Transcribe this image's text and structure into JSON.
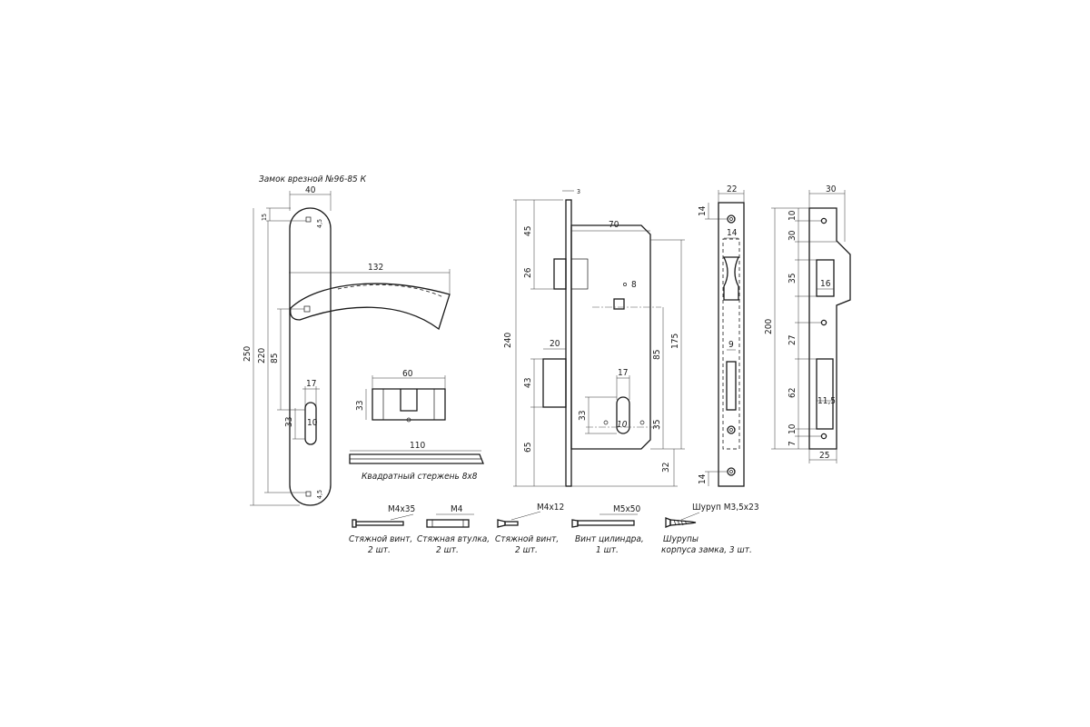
{
  "title": "Замок врезной №96-85 К",
  "plate": {
    "width": "40",
    "offset_top": "15",
    "height_total": "250",
    "holes_span": "220",
    "to_cylinder": "85",
    "cyl_height": "33",
    "cyl_width": "17",
    "cyl_r": "10",
    "hole_top": "4,5",
    "hole_bottom": "4,5"
  },
  "handle": {
    "length": "132"
  },
  "cylinder": {
    "length": "60",
    "height": "33"
  },
  "rod": {
    "length": "110",
    "caption": "Квадратный стержень 8х8"
  },
  "lock_body": {
    "face": "3",
    "top": "45",
    "latch": "26",
    "total": "240",
    "body_width": "70",
    "spindle": "8",
    "backset_height": "175",
    "center_dist": "85",
    "deadbolt_w": "20",
    "deadbolt_h": "43",
    "bottom": "65",
    "cyl_w": "17",
    "cyl_h": "33",
    "cyl_r": "10",
    "to_cyl": "35",
    "bottom_face": "32"
  },
  "faceplate": {
    "width": "22",
    "top": "14",
    "latch_w": "14",
    "bolt_w": "9",
    "bottom": "14"
  },
  "strike": {
    "width": "30",
    "top": "10",
    "step1": "30",
    "latch": "35",
    "latch_w": "16",
    "height": "200",
    "step2": "27",
    "bolt": "62",
    "bolt_w": "11,5",
    "bot1": "10",
    "bot2": "7",
    "bottom_w": "25"
  },
  "parts": [
    {
      "label": "М4х35",
      "caption1": "Стяжной винт,",
      "caption2": "2 шт."
    },
    {
      "label": "М4",
      "caption1": "Стяжная втулка,",
      "caption2": "2 шт."
    },
    {
      "label": "М4х12",
      "caption1": "Стяжной винт,",
      "caption2": "2 шт."
    },
    {
      "label": "М5х50",
      "caption1": "Винт цилиндра,",
      "caption2": "1 шт."
    },
    {
      "label": "Шуруп М3,5х23",
      "caption1": "Шурупы",
      "caption2": "корпуса замка, 3 шт."
    }
  ]
}
